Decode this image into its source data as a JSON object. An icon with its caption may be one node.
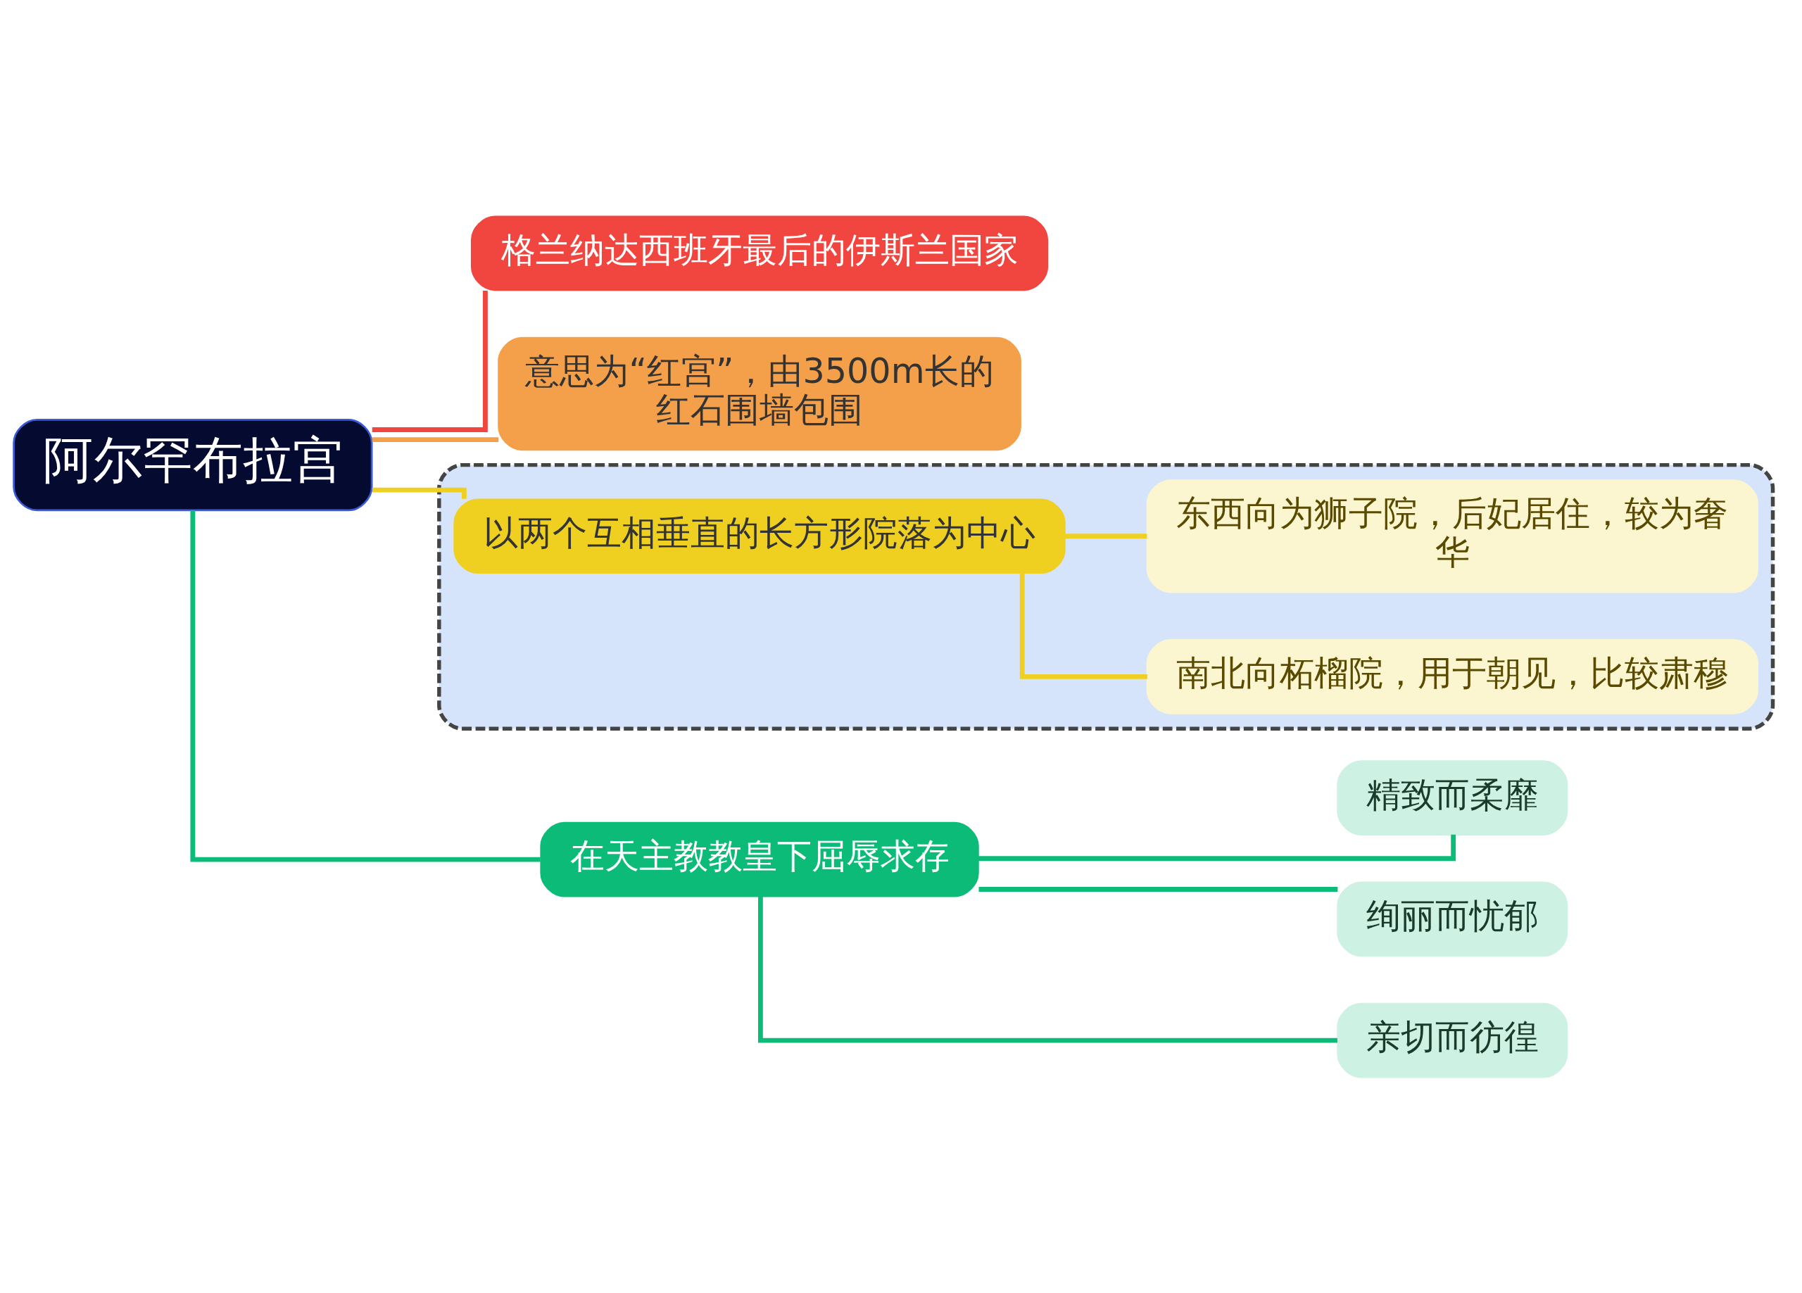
{
  "diagram": {
    "nodes": [
      {
        "text": [
          "阿尔罕布拉宫"
        ]
      },
      {
        "text": [
          "格兰纳达西班牙最后的伊斯兰国家"
        ]
      },
      {
        "text": [
          "意思为“红宫”，由3500m长的红石围墙包围"
        ]
      },
      {
        "text": [],
        "shape": "box"
      },
      {
        "text": [
          "以两个互相垂直的长方形院落为中心"
        ],
        "in": 3
      },
      {
        "text": [
          "南北向柘榴院，用于朝见，比较肃穆"
        ],
        "in": 3
      },
      {
        "text": [
          "东西向为狮子院，后妃居住，较为奢华"
        ],
        "in": 3
      },
      {
        "text": [
          "在天主教教皇下屈辱求存"
        ]
      },
      {
        "text": [
          "精致而柔靡"
        ]
      },
      {
        "text": [
          "绚丽而忧郁"
        ]
      },
      {
        "text": [
          "亲切而彷徨"
        ]
      }
    ],
    "edges": [
      {
        "from": 0,
        "to": 1,
        "arrow": "none",
        "color": "#f0463f"
      },
      {
        "from": 0,
        "to": 2,
        "arrow": "none",
        "color": "#f4a04a"
      },
      {
        "from": 0,
        "to": 4,
        "arrow": "none",
        "color": "#efd020"
      },
      {
        "from": 0,
        "to": 7,
        "arrow": "none"
      },
      {
        "from": 4,
        "to": 5,
        "arrow": "none",
        "color": "#efd020"
      },
      {
        "from": 4,
        "to": 6,
        "arrow": "none",
        "color": "#efd020"
      },
      {
        "from": 7,
        "to": 8,
        "arrow": "none"
      },
      {
        "from": 7,
        "to": 9,
        "arrow": "none"
      },
      {
        "from": 7,
        "to": 10,
        "arrow": "none"
      }
    ]
  }
}
